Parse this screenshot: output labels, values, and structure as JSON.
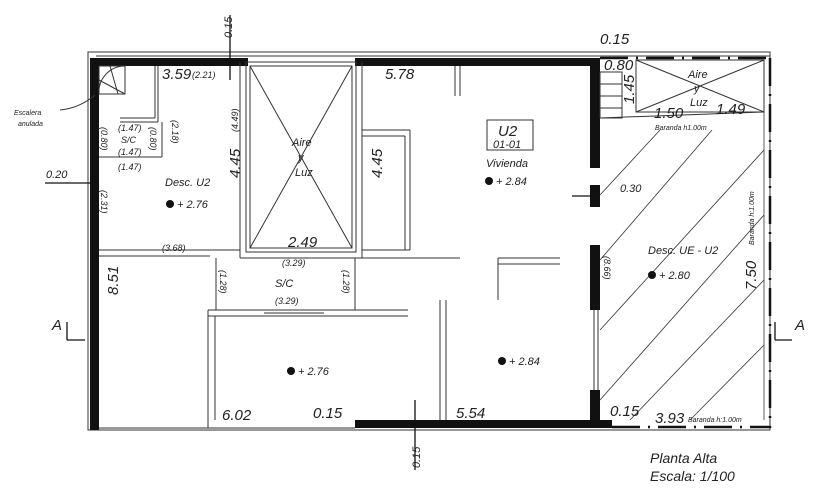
{
  "plan": {
    "title": "Planta Alta",
    "scale": "Escala: 1/100",
    "section_marker_left": "A",
    "section_marker_right": "A"
  },
  "dimensions": {
    "top_wall": "0.15",
    "bottom_wall": "0.15",
    "right_top": "0.15",
    "right_bottom": "0.15",
    "left_wall": "0.20",
    "d_359": "3.59",
    "d_221": "(2.21)",
    "d_218": "(2.18)",
    "d_445a": "4.45",
    "d_449": "(4.49)",
    "d_445b": "4.45",
    "d_578": "5.78",
    "d_249": "2.49",
    "d_368": "(3.68)",
    "d_231": "(2.31)",
    "d_851": "8.51",
    "d_329a": "(3.29)",
    "d_329b": "(3.29)",
    "d_128a": "(1.28)",
    "d_128b": "(1.28)",
    "d_602": "6.02",
    "d_015mid": "0.15",
    "d_554": "5.54",
    "d_080": "0.80",
    "d_145": "1.45",
    "d_150": "1.50",
    "d_149": "1.49",
    "d_030": "0.30",
    "d_866": "(8.66)",
    "d_750": "7.50",
    "d_393": "3.93",
    "sc_147a": "(1.47)",
    "sc_147b": "(1.47)",
    "sc_147c": "(1.47)",
    "sc_080a": "(0.80)",
    "sc_080b": "(0.80)"
  },
  "rooms": {
    "desc_u2": {
      "name": "Desc. U2",
      "level": "+ 2.76"
    },
    "sc_small": {
      "name": "S/C"
    },
    "sc_mid": {
      "name": "S/C"
    },
    "aire_luz_1": {
      "l1": "Aire",
      "l2": "y",
      "l3": "Luz"
    },
    "aire_luz_2": {
      "l1": "Aire",
      "l2": "y",
      "l3": "Luz"
    },
    "unit": {
      "code": "U2",
      "number": "01-01",
      "name": "Vivienda",
      "level": "+ 2.84"
    },
    "bottom_left": {
      "level": "+ 2.76"
    },
    "bottom_right": {
      "level": "+ 2.84"
    },
    "desc_ue": {
      "name": "Desc. UE - U2",
      "level": "+ 2.80"
    }
  },
  "notes": {
    "stair": "Escalera",
    "stair2": "anulada",
    "railing_top": "Baranda h1.00m",
    "railing_side": "Baranda h:1.00m",
    "railing_bottom": "Baranda h:1.00m"
  }
}
